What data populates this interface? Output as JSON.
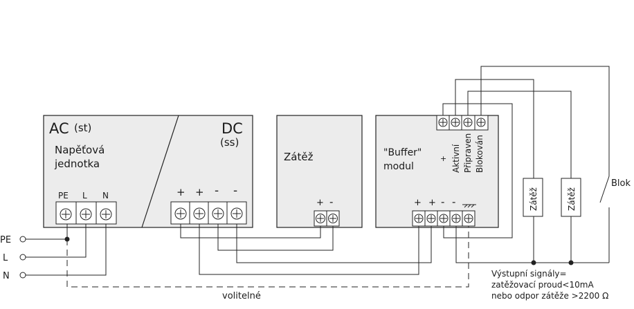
{
  "power_supply": {
    "ac_label": "AC",
    "ac_sub": "(st)",
    "dc_label": "DC",
    "dc_sub": "(ss)",
    "title_line1": "Napěťová",
    "title_line2": "jednotka",
    "input_terminals": [
      "PE",
      "L",
      "N"
    ],
    "output_terminals": [
      "+",
      "+",
      "-",
      "-"
    ]
  },
  "load": {
    "title": "Zátěž",
    "terminals": [
      "+",
      "-"
    ]
  },
  "buffer": {
    "title_line1": "\"Buffer\"",
    "title_line2": "modul",
    "plus_mark": "+",
    "terminals": [
      "+",
      "+",
      "-",
      "-"
    ],
    "signals": [
      "Aktivní",
      "Připraven",
      "Blokován"
    ]
  },
  "signal_loads": [
    "Zátěž",
    "Zátěž"
  ],
  "block_label": "Blok",
  "mains": [
    "PE",
    "L",
    "N"
  ],
  "optional_label": "volitelné",
  "note": {
    "line1": "Výstupní signály=",
    "line2": "zatěžovací proud<10mA",
    "line3": "nebo odpor zátěže >2200 Ω"
  },
  "colors": {
    "box_fill": "#ececec",
    "line": "#222222"
  }
}
